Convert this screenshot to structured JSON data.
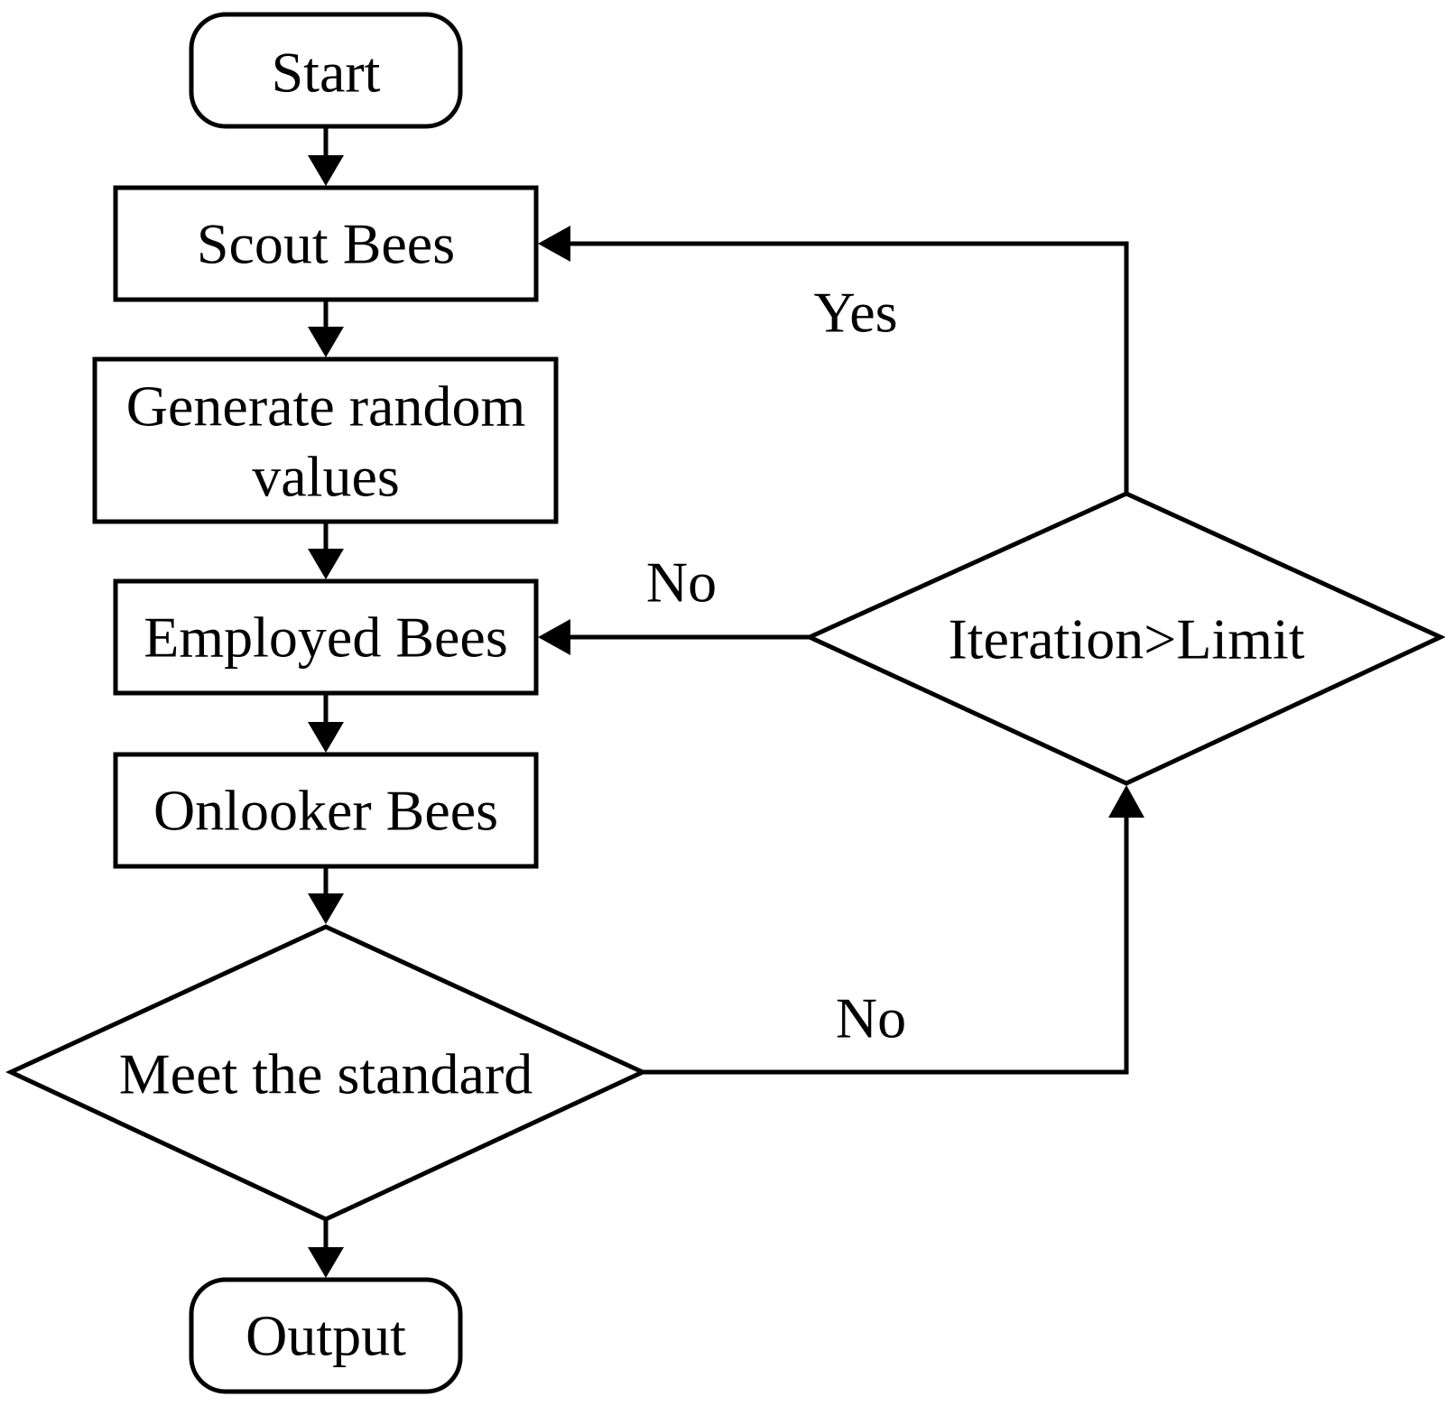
{
  "nodes": {
    "start": "Start",
    "scout": "Scout Bees",
    "generate_line1": "Generate random",
    "generate_line2": "values",
    "employed": "Employed Bees",
    "onlooker": "Onlooker Bees",
    "meet": "Meet the standard",
    "iteration": "Iteration>Limit",
    "output": "Output"
  },
  "edges": {
    "yes_label": "Yes",
    "no_label_iteration": "No",
    "no_label_meet": "No"
  },
  "colors": {
    "stroke": "#000000",
    "background": "#ffffff"
  }
}
